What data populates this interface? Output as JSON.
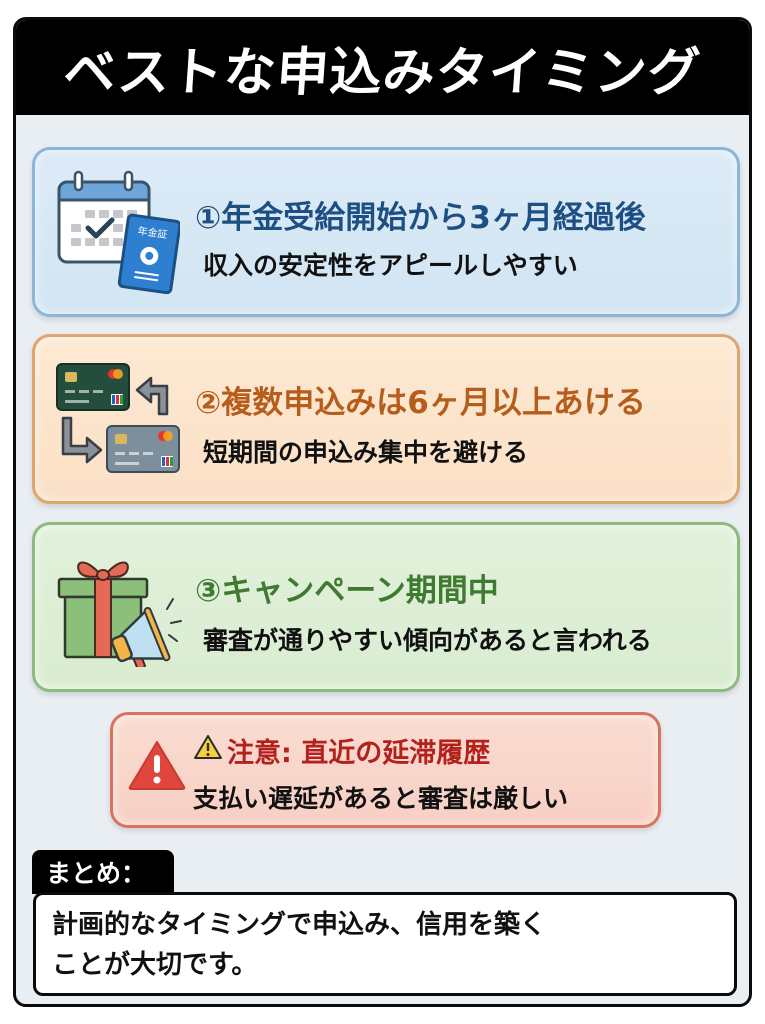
{
  "header": {
    "title": "ベストな申込みタイミング"
  },
  "cards": [
    {
      "heading": "①年金受給開始から3ヶ月経過後",
      "description": "収入の安定性をアピールしやすい",
      "icon": "calendar-and-pension-book-icon",
      "pension_book_label": "年金証",
      "accent": "#1e4f82",
      "background": "#dcebf7",
      "border": "#8cb6d9"
    },
    {
      "heading": "②複数申込みは6ヶ月以上あける",
      "description": "短期間の申込み集中を避ける",
      "icon": "credit-cards-exchange-icon",
      "accent": "#b75d1c",
      "background": "#fde9d3",
      "border": "#e0a46d"
    },
    {
      "heading": "③キャンペーン期間中",
      "description": "審査が通りやすい傾向があると言われる",
      "icon": "gift-and-megaphone-icon",
      "accent": "#3f7a31",
      "background": "#e2f1db",
      "border": "#8dbb7d"
    }
  ],
  "warning": {
    "heading": "注意: 直近の延滞履歴",
    "description": "支払い遅延があると審査は厳しい",
    "icon": "warning-triangle-icon",
    "accent": "#b3211d",
    "background": "#fbdcd2",
    "border": "#d9735f"
  },
  "summary": {
    "label": "まとめ：",
    "line1": "計画的なタイミングで申込み、信用を築く",
    "line2": "ことが大切です。"
  }
}
